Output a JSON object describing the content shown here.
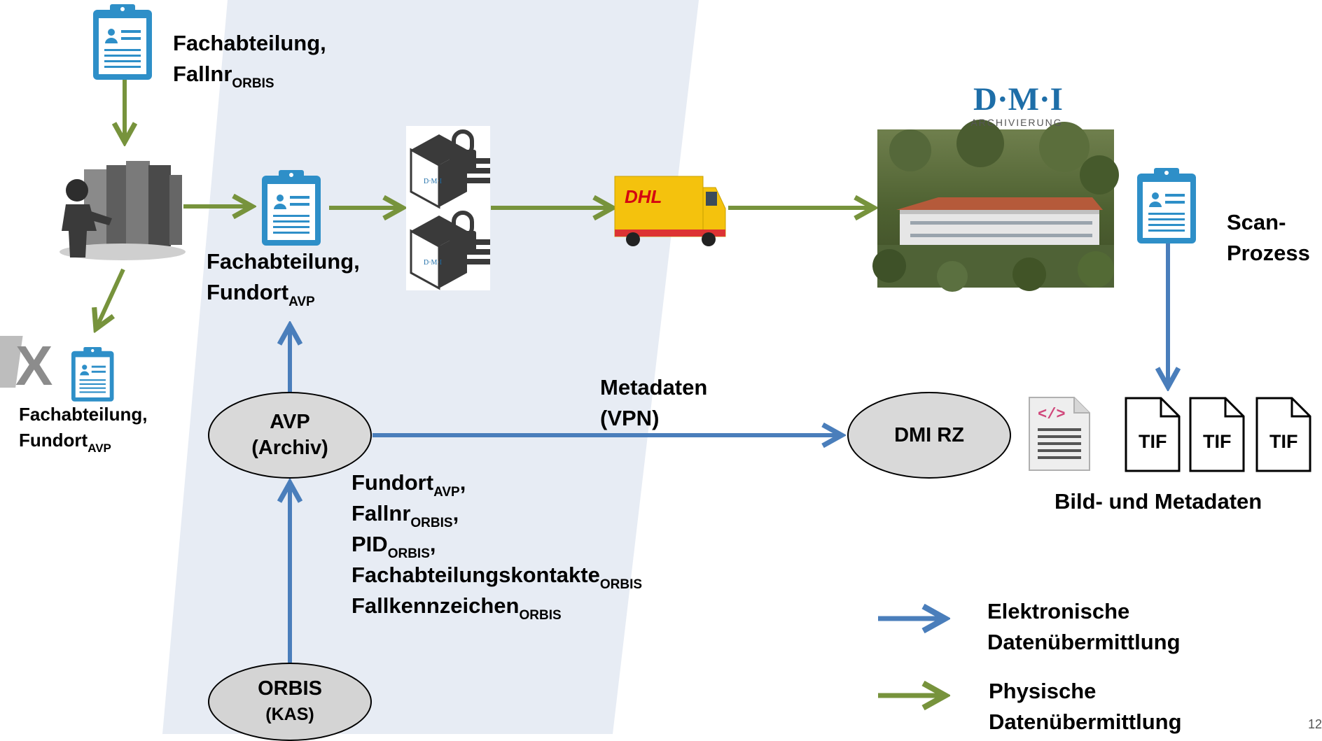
{
  "labels": {
    "top_dept": "Fachabteilung,",
    "top_fallnr": "Fallnr",
    "top_fallnr_sub": "ORBIS",
    "mid_dept": "Fachabteilung,",
    "mid_fundort": "Fundort",
    "mid_fundort_sub": "AVP",
    "left_dept": "Fachabteilung,",
    "left_fundort": "Fundort",
    "left_fundort_sub": "AVP",
    "scan_1": "Scan-",
    "scan_2": "Prozess",
    "metadaten_1": "Metadaten",
    "metadaten_2": "(VPN)",
    "bild_metadaten": "Bild- und Metadaten"
  },
  "nodes": {
    "avp_line1": "AVP",
    "avp_line2": "(Archiv)",
    "dmi_rz": "DMI RZ",
    "orbis_line1": "ORBIS",
    "orbis_line2": "(KAS)"
  },
  "fields": [
    {
      "name": "Fundort",
      "sub": "AVP",
      "suffix": ","
    },
    {
      "name": "Fallnr",
      "sub": "ORBIS",
      "suffix": ","
    },
    {
      "name": "PID",
      "sub": "ORBIS",
      "suffix": ","
    },
    {
      "name": "Fachabteilungskontakte",
      "sub": "ORBIS",
      "suffix": ""
    },
    {
      "name": "Fallkennzeichen",
      "sub": "ORBIS",
      "suffix": ""
    }
  ],
  "dmi": {
    "logo": "D·M·I",
    "subtitle": "ARCHIVIERUNG",
    "box_logo": "D·M·I"
  },
  "truck_logo": "DHL",
  "tif_labels": [
    "TIF",
    "TIF",
    "TIF"
  ],
  "legend": [
    {
      "line1": "Elektronische",
      "line2": "Datenübermittlung",
      "color": "#4a7ebb"
    },
    {
      "line1": "Physische",
      "line2": "Datenübermittlung",
      "color": "#77933c"
    }
  ],
  "page_number": "12",
  "colors": {
    "blue": "#4a7ebb",
    "green": "#77933c",
    "band": "#e7ecf4",
    "clipboard": "#2e8fc8"
  },
  "icons": [
    "clipboard-icon",
    "folder-archive-icon",
    "excel-icon",
    "locked-box-icon",
    "truck-icon",
    "building-photo",
    "xml-file-icon",
    "tif-file-icon"
  ]
}
